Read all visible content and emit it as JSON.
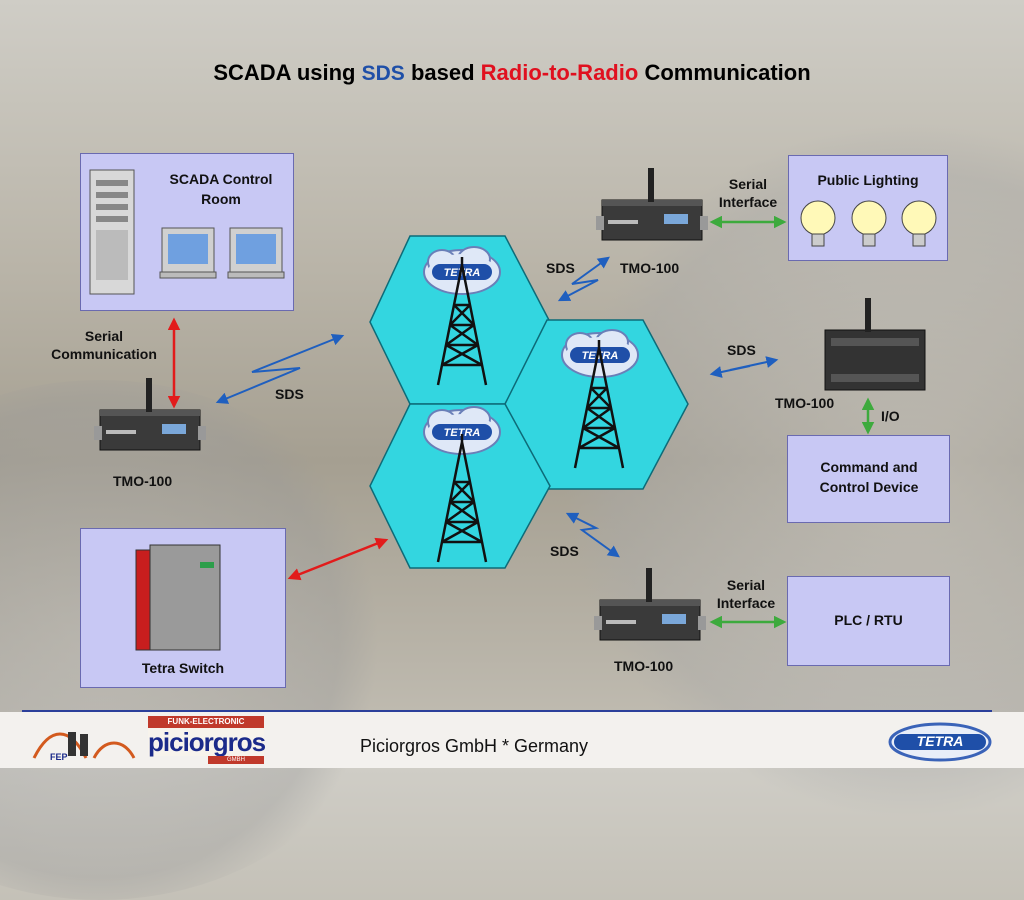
{
  "title": {
    "part1": "SCADA using",
    "part2": "SDS",
    "part3": "based",
    "part4": "Radio-to-Radio",
    "part5": "Communication"
  },
  "nodes": {
    "scada_room": "SCADA Control Room",
    "public_lighting": "Public Lighting",
    "command_device": "Command and Control Device",
    "plc_rtu": "PLC / RTU",
    "tetra_switch": "Tetra Switch"
  },
  "labels": {
    "serial_interface_top": "Serial Interface",
    "serial_interface_bottom": "Serial Interface",
    "serial_communication": "Serial Communication",
    "sds_left": "SDS",
    "sds_top": "SDS",
    "sds_right": "SDS",
    "sds_bottom": "SDS",
    "tmo_left": "TMO-100",
    "tmo_top": "TMO-100",
    "tmo_right": "TMO-100",
    "tmo_bottom": "TMO-100",
    "io": "I/O"
  },
  "tetra_cloud": "TETRA",
  "footer": {
    "company": "Piciorgros GmbH * Germany",
    "logo_top": "FUNK-ELECTRONIC",
    "logo_main": "piciorgros",
    "logo_bottom": "GMBH",
    "fep": "FEP",
    "tetra_logo": "TETRA"
  },
  "colors": {
    "hex_fill": "#33d6e0",
    "box_fill": "#c8c8f4",
    "serial_arrow": "#3daa3d",
    "red_arrow": "#e21b1b",
    "sds_arrow": "#1f5fbf",
    "title_sds": "#1f4fa8",
    "title_r2r": "#e0101f"
  }
}
